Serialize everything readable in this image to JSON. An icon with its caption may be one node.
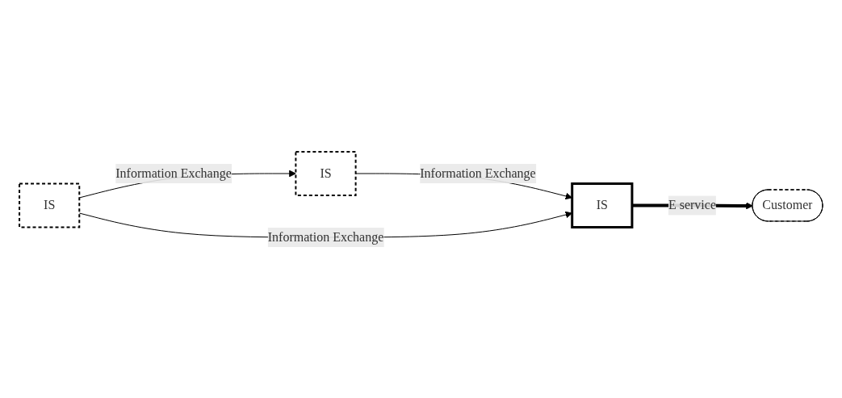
{
  "diagram": {
    "nodes": [
      {
        "text": [
          "IS"
        ]
      },
      {
        "text": [
          "IS"
        ]
      },
      {
        "text": [
          "IS"
        ]
      },
      {
        "text": [
          "Customer"
        ]
      }
    ],
    "edges": [
      {
        "from": 1,
        "to": 0,
        "arrow": "to",
        "label": "Information Exchange"
      },
      {
        "from": 0,
        "to": 2,
        "arrow": "to",
        "label": "Information Exchange"
      },
      {
        "from": 1,
        "to": 2,
        "arrow": "to",
        "label": "Information Exchange"
      },
      {
        "from": 2,
        "to": 3,
        "arrow": "to",
        "label": "E service",
        "style": "thick"
      }
    ]
  }
}
